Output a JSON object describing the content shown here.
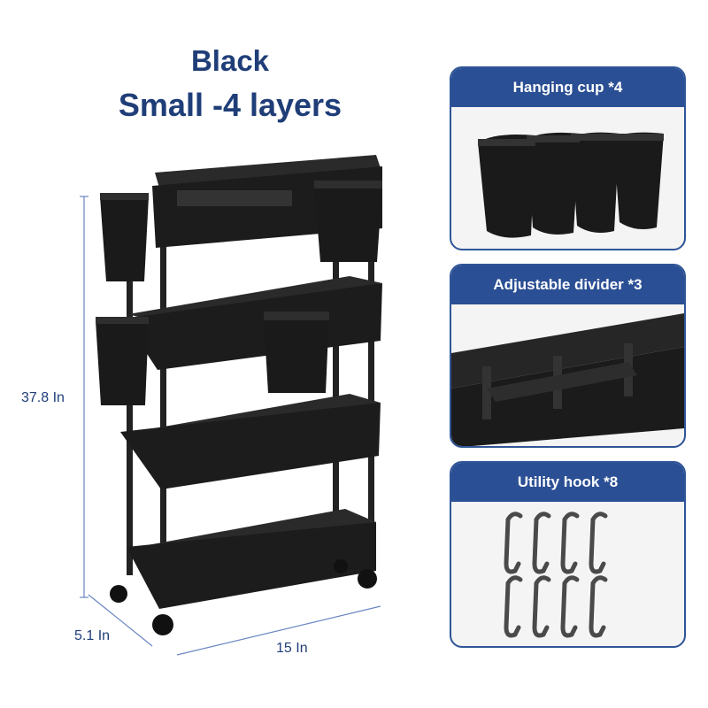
{
  "heading": {
    "color": "Black",
    "size": "Small -4 layers"
  },
  "dimensions": {
    "height": "37.8 In",
    "depth": "5.1 In",
    "width": "15 In"
  },
  "accessories": [
    {
      "label": "Hanging cup *4"
    },
    {
      "label": "Adjustable divider *3"
    },
    {
      "label": "Utility hook *8"
    }
  ],
  "colors": {
    "title": "#1f3e78",
    "panel_header": "#2b4f94",
    "panel_border": "#2f5597",
    "product": "#1c1c1c",
    "hook": "#4a4a4a"
  }
}
